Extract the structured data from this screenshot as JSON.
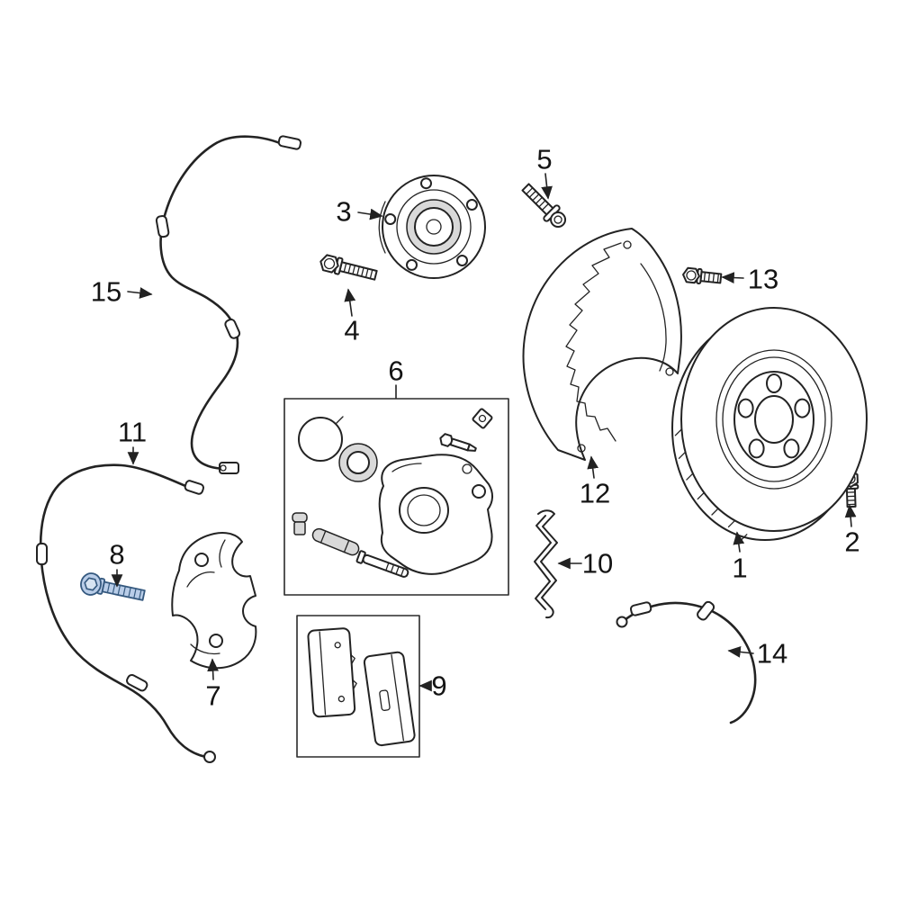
{
  "diagram": {
    "subject": "front-disc-brake-exploded-parts-diagram",
    "background_color": "#ffffff",
    "line_color": "#232323",
    "highlight_color": "#b9cde8",
    "callouts": [
      {
        "label": "1",
        "part": "brake-rotor"
      },
      {
        "label": "2",
        "part": "rotor-set-screw"
      },
      {
        "label": "3",
        "part": "wheel-hub-bearing"
      },
      {
        "label": "4",
        "part": "hub-bolt"
      },
      {
        "label": "5",
        "part": "hub-mounting-bolt"
      },
      {
        "label": "6",
        "part": "caliper-repair-kit-box"
      },
      {
        "label": "7",
        "part": "caliper-mounting-bracket"
      },
      {
        "label": "8",
        "part": "caliper-bracket-bolt-highlighted"
      },
      {
        "label": "9",
        "part": "brake-pad-set-box"
      },
      {
        "label": "10",
        "part": "pad-retaining-spring-clip"
      },
      {
        "label": "11",
        "part": "wear-sensor-wire"
      },
      {
        "label": "12",
        "part": "brake-splash-shield"
      },
      {
        "label": "13",
        "part": "splash-shield-bolt"
      },
      {
        "label": "14",
        "part": "abs-wheel-speed-sensor"
      },
      {
        "label": "15",
        "part": "brake-pad-wear-sensor-wire"
      }
    ]
  }
}
